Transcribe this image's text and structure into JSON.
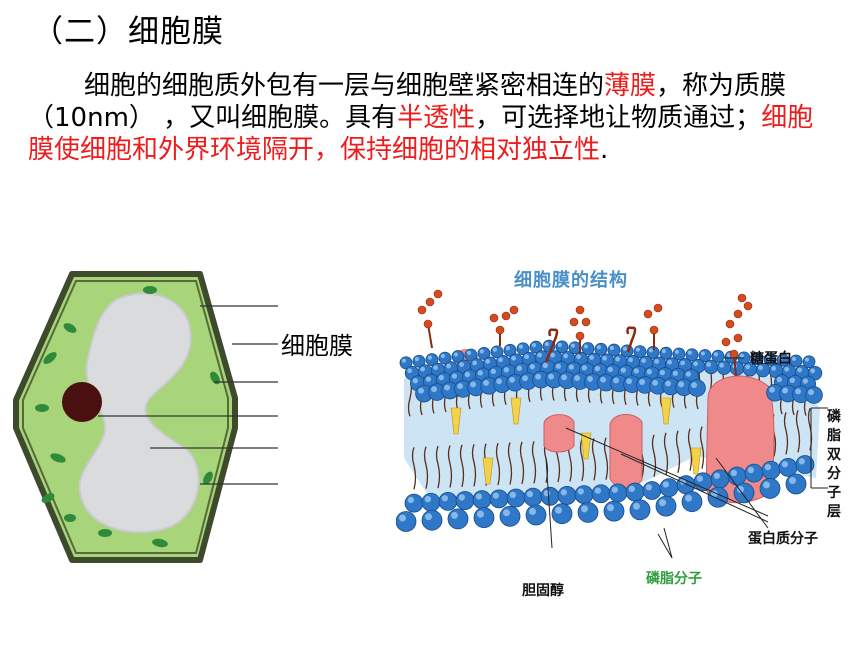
{
  "title": "（二）细胞膜",
  "paragraph": {
    "seg1": "细胞的细胞质外包有一层与细胞壁紧密相连的",
    "seg2_red": "薄膜",
    "seg3": "，称为质膜（10nm） ，又叫细胞膜。具有",
    "seg4_red": "半透性",
    "seg5": "，可选择地让物质通过；",
    "seg6_red": "细胞膜使细胞和外界环境隔开，保持细胞的相对独立性",
    "seg7": "."
  },
  "cell_diagram": {
    "label": "细胞膜",
    "colors": {
      "cytoplasm": "#9fce6f",
      "vacuole": "#d9dadb",
      "nucleus": "#4a1010",
      "chloroplast": "#2f8a3a",
      "wall": "#3d4a2c"
    }
  },
  "membrane_diagram": {
    "title": "细胞膜的结构",
    "labels": {
      "glycoprotein": "糖蛋白",
      "bilayer": "磷脂双分子层",
      "protein": "蛋白质分子",
      "phospholipid": "磷脂分子",
      "cholesterol": "胆固醇"
    },
    "colors": {
      "head": "#2f78c8",
      "protein": "#f08a8a",
      "bead": "#d64b1e",
      "tail": "#5a2d1a",
      "core": "#cde4f4"
    }
  }
}
